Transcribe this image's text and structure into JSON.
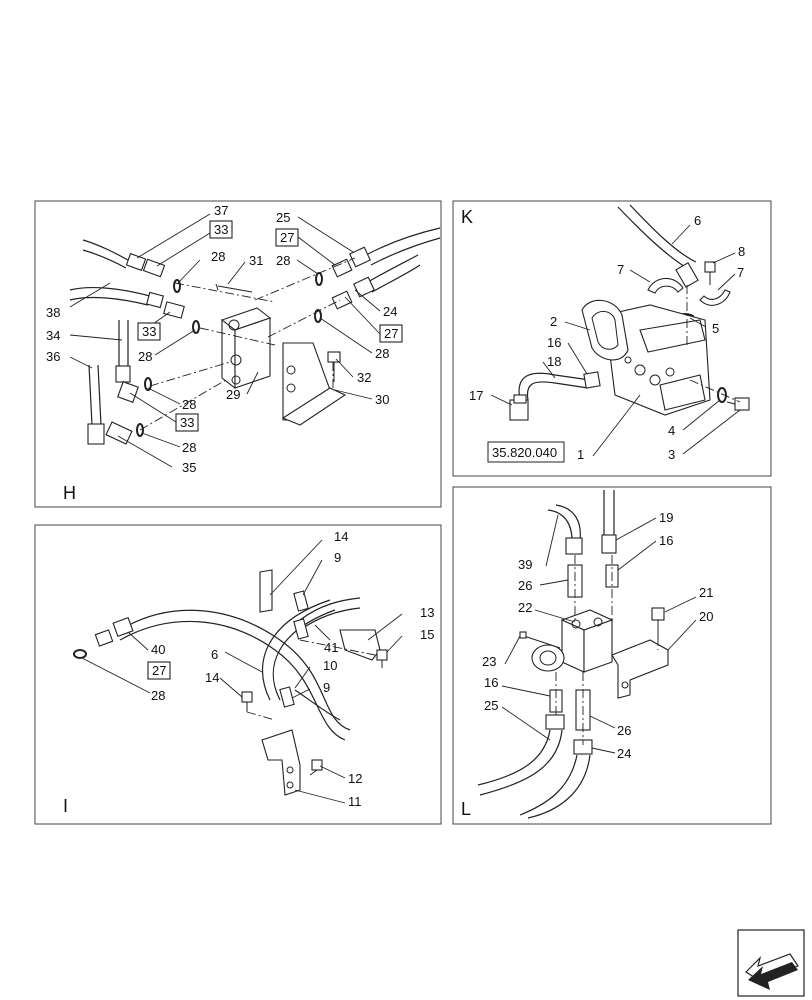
{
  "panels": [
    {
      "letter": "H",
      "callouts": [
        "37",
        "33",
        "28",
        "31",
        "38",
        "34",
        "33",
        "28",
        "36",
        "28",
        "33",
        "28",
        "35",
        "29",
        "25",
        "27",
        "28",
        "24",
        "27",
        "28",
        "32",
        "30"
      ]
    },
    {
      "letter": "K",
      "callouts": [
        "6",
        "8",
        "7",
        "7",
        "2",
        "5",
        "16",
        "18",
        "17",
        "4",
        "3",
        "1"
      ],
      "reference": "35.820.040"
    },
    {
      "letter": "I",
      "callouts": [
        "14",
        "9",
        "13",
        "15",
        "41",
        "10",
        "9",
        "6",
        "40",
        "27",
        "28",
        "14",
        "12",
        "11"
      ]
    },
    {
      "letter": "L",
      "callouts": [
        "19",
        "16",
        "39",
        "26",
        "22",
        "21",
        "20",
        "23",
        "16",
        "25",
        "26",
        "24"
      ]
    }
  ],
  "nav_icon": "arrow-left-icon"
}
